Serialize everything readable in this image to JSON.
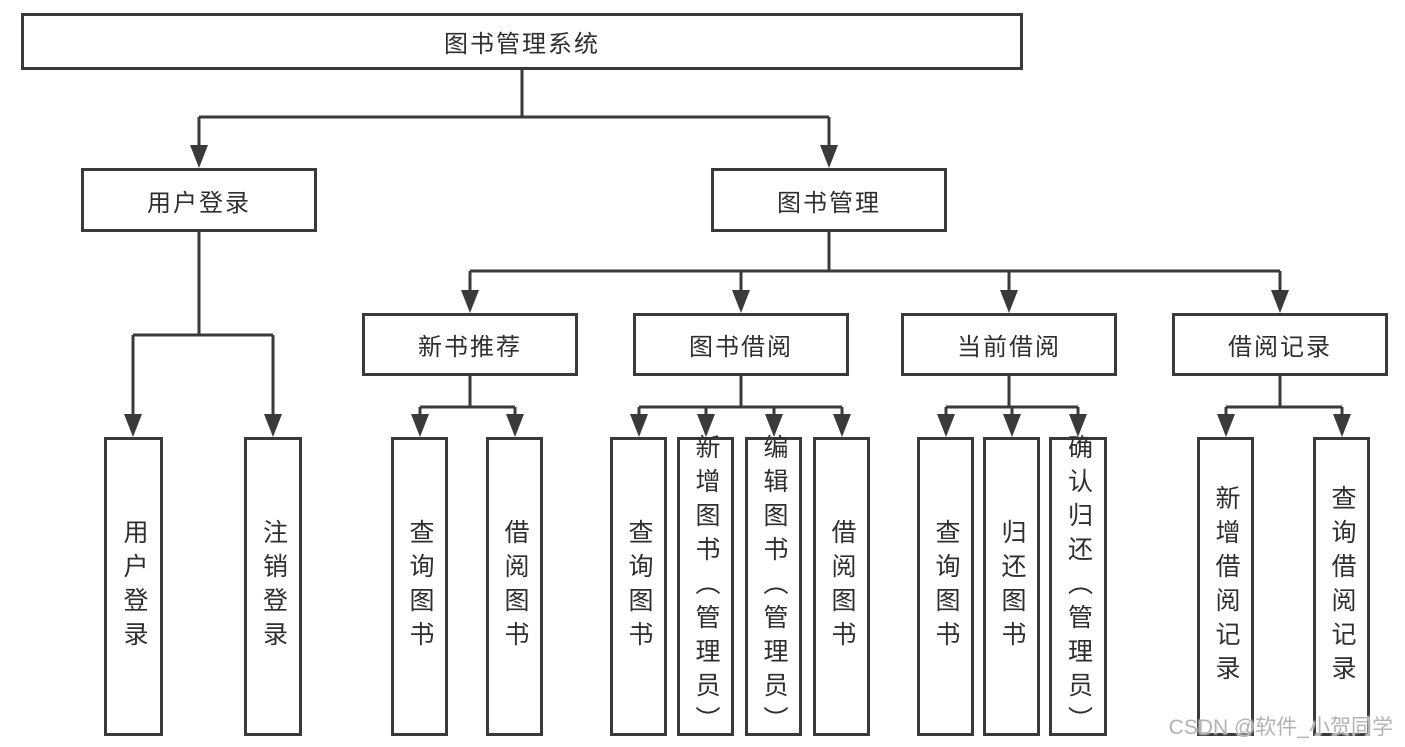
{
  "diagram": {
    "colors": {
      "line": "#3a3a3a",
      "text": "#2f2f2f",
      "box_background": "#ffffff",
      "watermark": "#b3b3b3"
    },
    "tree": {
      "root": "图书管理系统",
      "children": [
        {
          "label": "用户登录",
          "children": [
            "用户登录",
            "注销登录"
          ]
        },
        {
          "label": "图书管理",
          "children": [
            {
              "label": "新书推荐",
              "children": [
                "查询图书",
                "借阅图书"
              ]
            },
            {
              "label": "图书借阅",
              "children": [
                "查询图书",
                "新增图书（管理员）",
                "编辑图书（管理员）",
                "借阅图书"
              ]
            },
            {
              "label": "当前借阅",
              "children": [
                "查询图书",
                "归还图书",
                "确认归还（管理员）"
              ]
            },
            {
              "label": "借阅记录",
              "children": [
                "新增借阅记录",
                "查询借阅记录"
              ]
            }
          ]
        }
      ]
    },
    "watermark": "CSDN @软件_小贺同学"
  }
}
